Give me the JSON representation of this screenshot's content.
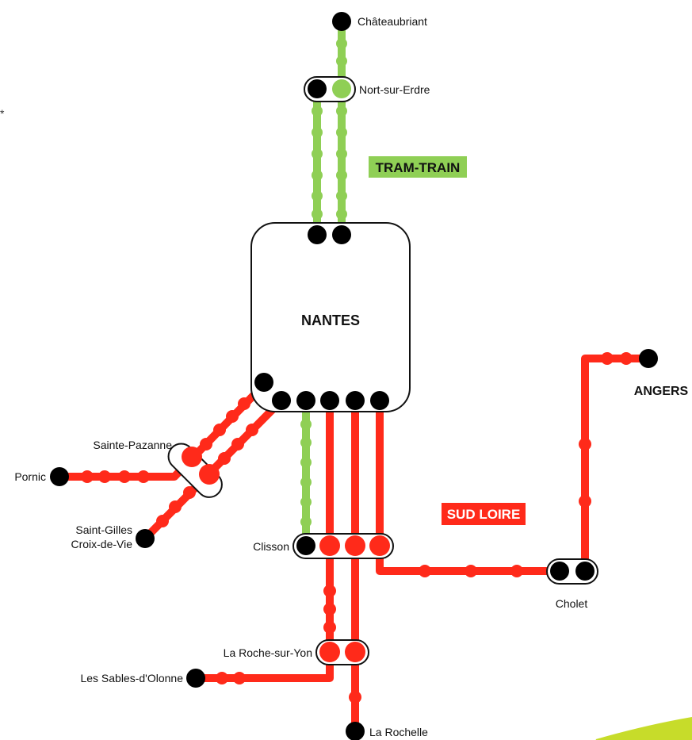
{
  "colors": {
    "tram_train": "#8fcf55",
    "sud_loire": "#ff2a1a",
    "station": "#000000",
    "region_tram_bg": "#8fcf55",
    "region_tram_text": "#111111",
    "region_sud_bg": "#ff2a1a",
    "region_sud_text": "#ffffff",
    "accent_stroke": "#c7dc2a"
  },
  "hub": {
    "name": "NANTES"
  },
  "regions": {
    "tram_train": "TRAM-TRAIN",
    "sud_loire": "SUD LOIRE"
  },
  "stations": {
    "chateaubriant": "Châteaubriant",
    "nort_sur_erdre": "Nort-sur-Erdre",
    "sainte_pazanne": "Sainte-Pazanne",
    "pornic": "Pornic",
    "saint_gilles_line1": "Saint-Gilles",
    "saint_gilles_line2": "Croix-de-Vie",
    "clisson": "Clisson",
    "cholet": "Cholet",
    "angers": "ANGERS",
    "la_roche_sur_yon": "La Roche-sur-Yon",
    "les_sables": "Les Sables-d'Olonne",
    "la_rochelle": "La Rochelle"
  }
}
